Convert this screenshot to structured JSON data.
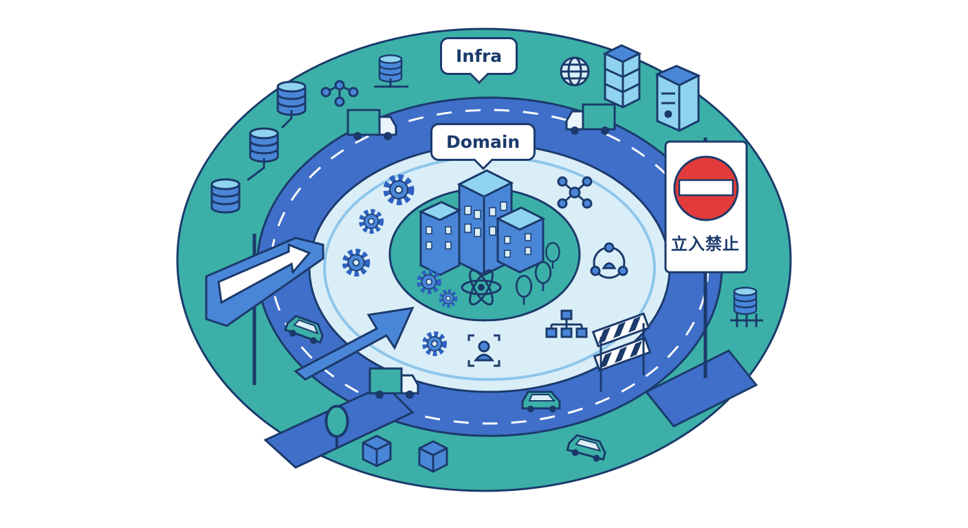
{
  "layers": {
    "infra": {
      "label": "Infra"
    },
    "domain": {
      "label": "Domain"
    }
  },
  "signs": {
    "no_entry": {
      "text": "立入禁止"
    }
  },
  "colors": {
    "outer_ring": "#3cb0a8",
    "road": "#3f6fc9",
    "inner_ring": "#daeef8",
    "core": "#3cb0a8",
    "outline": "#1b3a6b",
    "stop_red": "#e23b3b"
  },
  "icons": [
    "database-icon",
    "server-icon",
    "globe-icon",
    "network-icon",
    "truck-icon",
    "car-icon",
    "gear-icon",
    "building-icon",
    "atom-icon",
    "tree-icon",
    "user-icon",
    "hierarchy-icon",
    "barrier-icon",
    "direction-arrow-icon",
    "no-entry-icon",
    "cube-icon"
  ]
}
